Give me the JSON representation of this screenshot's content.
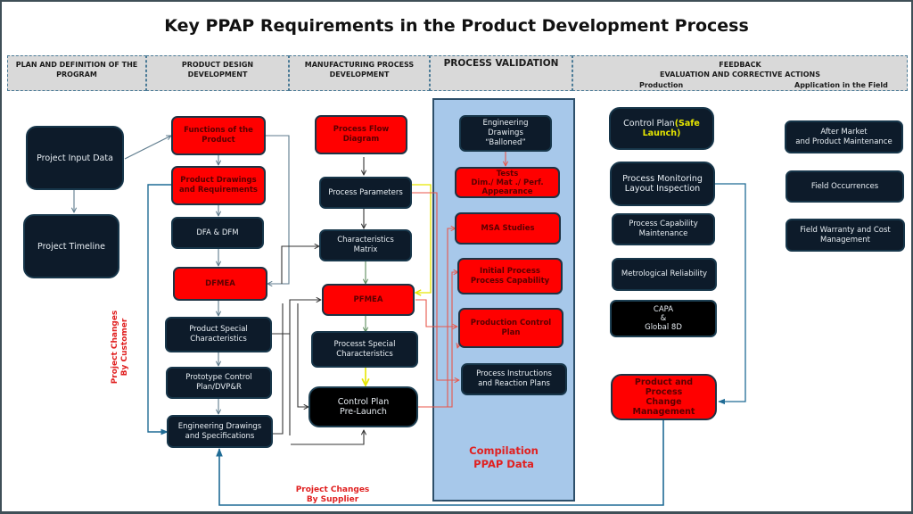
{
  "title": "Key PPAP Requirements in the Product Development Process",
  "headers": {
    "plan": [
      "PLAN AND DEFINITION OF THE",
      "PROGRAM"
    ],
    "design": [
      "PRODUCT DESIGN",
      "DEVELOPMENT"
    ],
    "manufacturing": [
      "MANUFACTURING PROCESS",
      "DEVELOPMENT"
    ],
    "validation": "PROCESS VALIDATION",
    "feedback": [
      "FEEDBACK",
      "EVALUATION AND CORRECTIVE ACTIONS"
    ],
    "feedback_production": "Production",
    "feedback_field": "Application in the Field"
  },
  "plan": {
    "input_data": "Project Input Data",
    "timeline": "Project Timeline"
  },
  "design": {
    "functions": [
      "Functions of the",
      "Product"
    ],
    "drawings_req": [
      "Product Drawings",
      "and Requirements"
    ],
    "dfa_dfm": "DFA & DFM",
    "dfmea": "DFMEA",
    "special_char": [
      "Product Special",
      "Characteristics"
    ],
    "prototype_cp": [
      "Prototype Control",
      "Plan/DVP&R"
    ],
    "eng_drawings": [
      "Engineering Drawings",
      "and Specifications"
    ]
  },
  "manufacturing": {
    "flow_diagram": [
      "Process Flow",
      "Diagram"
    ],
    "parameters": "Process Parameters",
    "char_matrix": [
      "Characteristics",
      "Matrix"
    ],
    "pfmea": "PFMEA",
    "special_char": [
      "Processt Special",
      "Characteristics"
    ],
    "cp_prelaunch": [
      "Control Plan",
      "Pre-Launch"
    ]
  },
  "validation": {
    "eng_ballooned": [
      "Engineering",
      "Drawings",
      "“Balloned”"
    ],
    "tests": [
      "Tests",
      "Dim./ Mat ./ Perf.",
      "Appearance"
    ],
    "msa": "MSA Studies",
    "initial_capability": [
      "Initial Process",
      "Process Capability"
    ],
    "production_cp": [
      "Production Control",
      "Plan"
    ],
    "instructions": [
      "Process Instructions",
      "and Reaction Plans"
    ],
    "compilation": [
      "Compilation",
      "PPAP Data"
    ]
  },
  "production": {
    "cp_safe_prefix": "Control Plan",
    "cp_safe_highlight": "(Safe",
    "cp_safe_highlight2": "Launch)",
    "monitoring": [
      "Process Monitoring",
      "Layout Inspection"
    ],
    "capability_maint": [
      "Process Capability",
      "Maintenance"
    ],
    "metrological": "Metrological Reliability",
    "capa": [
      "CAPA",
      "&",
      "Global 8D"
    ],
    "change_mgmt": [
      "Product and Process",
      "Change Management"
    ]
  },
  "field": {
    "after_market": [
      "After Market",
      "and Product Maintenance"
    ],
    "occurrences": "Field Occurrences",
    "warranty": [
      "Field Warranty and Cost",
      "Management"
    ]
  },
  "labels": {
    "customer_changes": [
      "Project Changes",
      "By Customer"
    ],
    "supplier_changes": [
      "Project Changes",
      "By Supplier"
    ]
  },
  "colors": {
    "critical_red": "#ff0000",
    "dark_box": "#0d1b2a",
    "validation_panel": "#a7c8ea",
    "header_gray": "#d9d9d9",
    "label_red": "#e02020",
    "highlight_yellow": "#e6e600"
  }
}
